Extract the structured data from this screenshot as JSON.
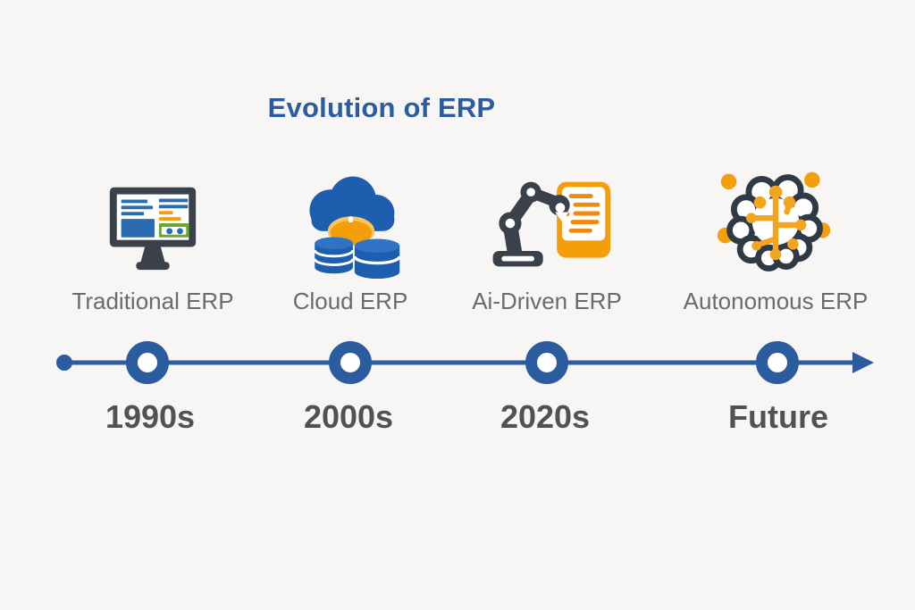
{
  "title": "Evolution of ERP",
  "stages": [
    {
      "label": "Traditional ERP",
      "year": "1990s",
      "icon": "monitor-icon"
    },
    {
      "label": "Cloud ERP",
      "year": "2000s",
      "icon": "cloud-database-icon"
    },
    {
      "label": "Ai-Driven ERP",
      "year": "2020s",
      "icon": "robot-arm-document-icon"
    },
    {
      "label": "Autonomous ERP",
      "year": "Future",
      "icon": "brain-circuit-icon"
    }
  ],
  "timeline": {
    "node_count": 4,
    "direction": "left-to-right",
    "end_marker": "arrow-right",
    "start_marker": "dot"
  },
  "colors": {
    "accent_blue": "#2b5c9e",
    "icon_blue": "#1d5fae",
    "icon_blue_light": "#2f74c4",
    "content_blue": "#2b6cb0",
    "orange": "#f59e0b",
    "orange_deep": "#ef8a10",
    "orange_light": "#fbc55d",
    "dark_slate": "#3a414a",
    "brain_slate": "#2f3a45",
    "green": "#6aa832",
    "label_gray": "#6b6b6b",
    "year_gray": "#525252",
    "background": "#f7f6f4"
  }
}
